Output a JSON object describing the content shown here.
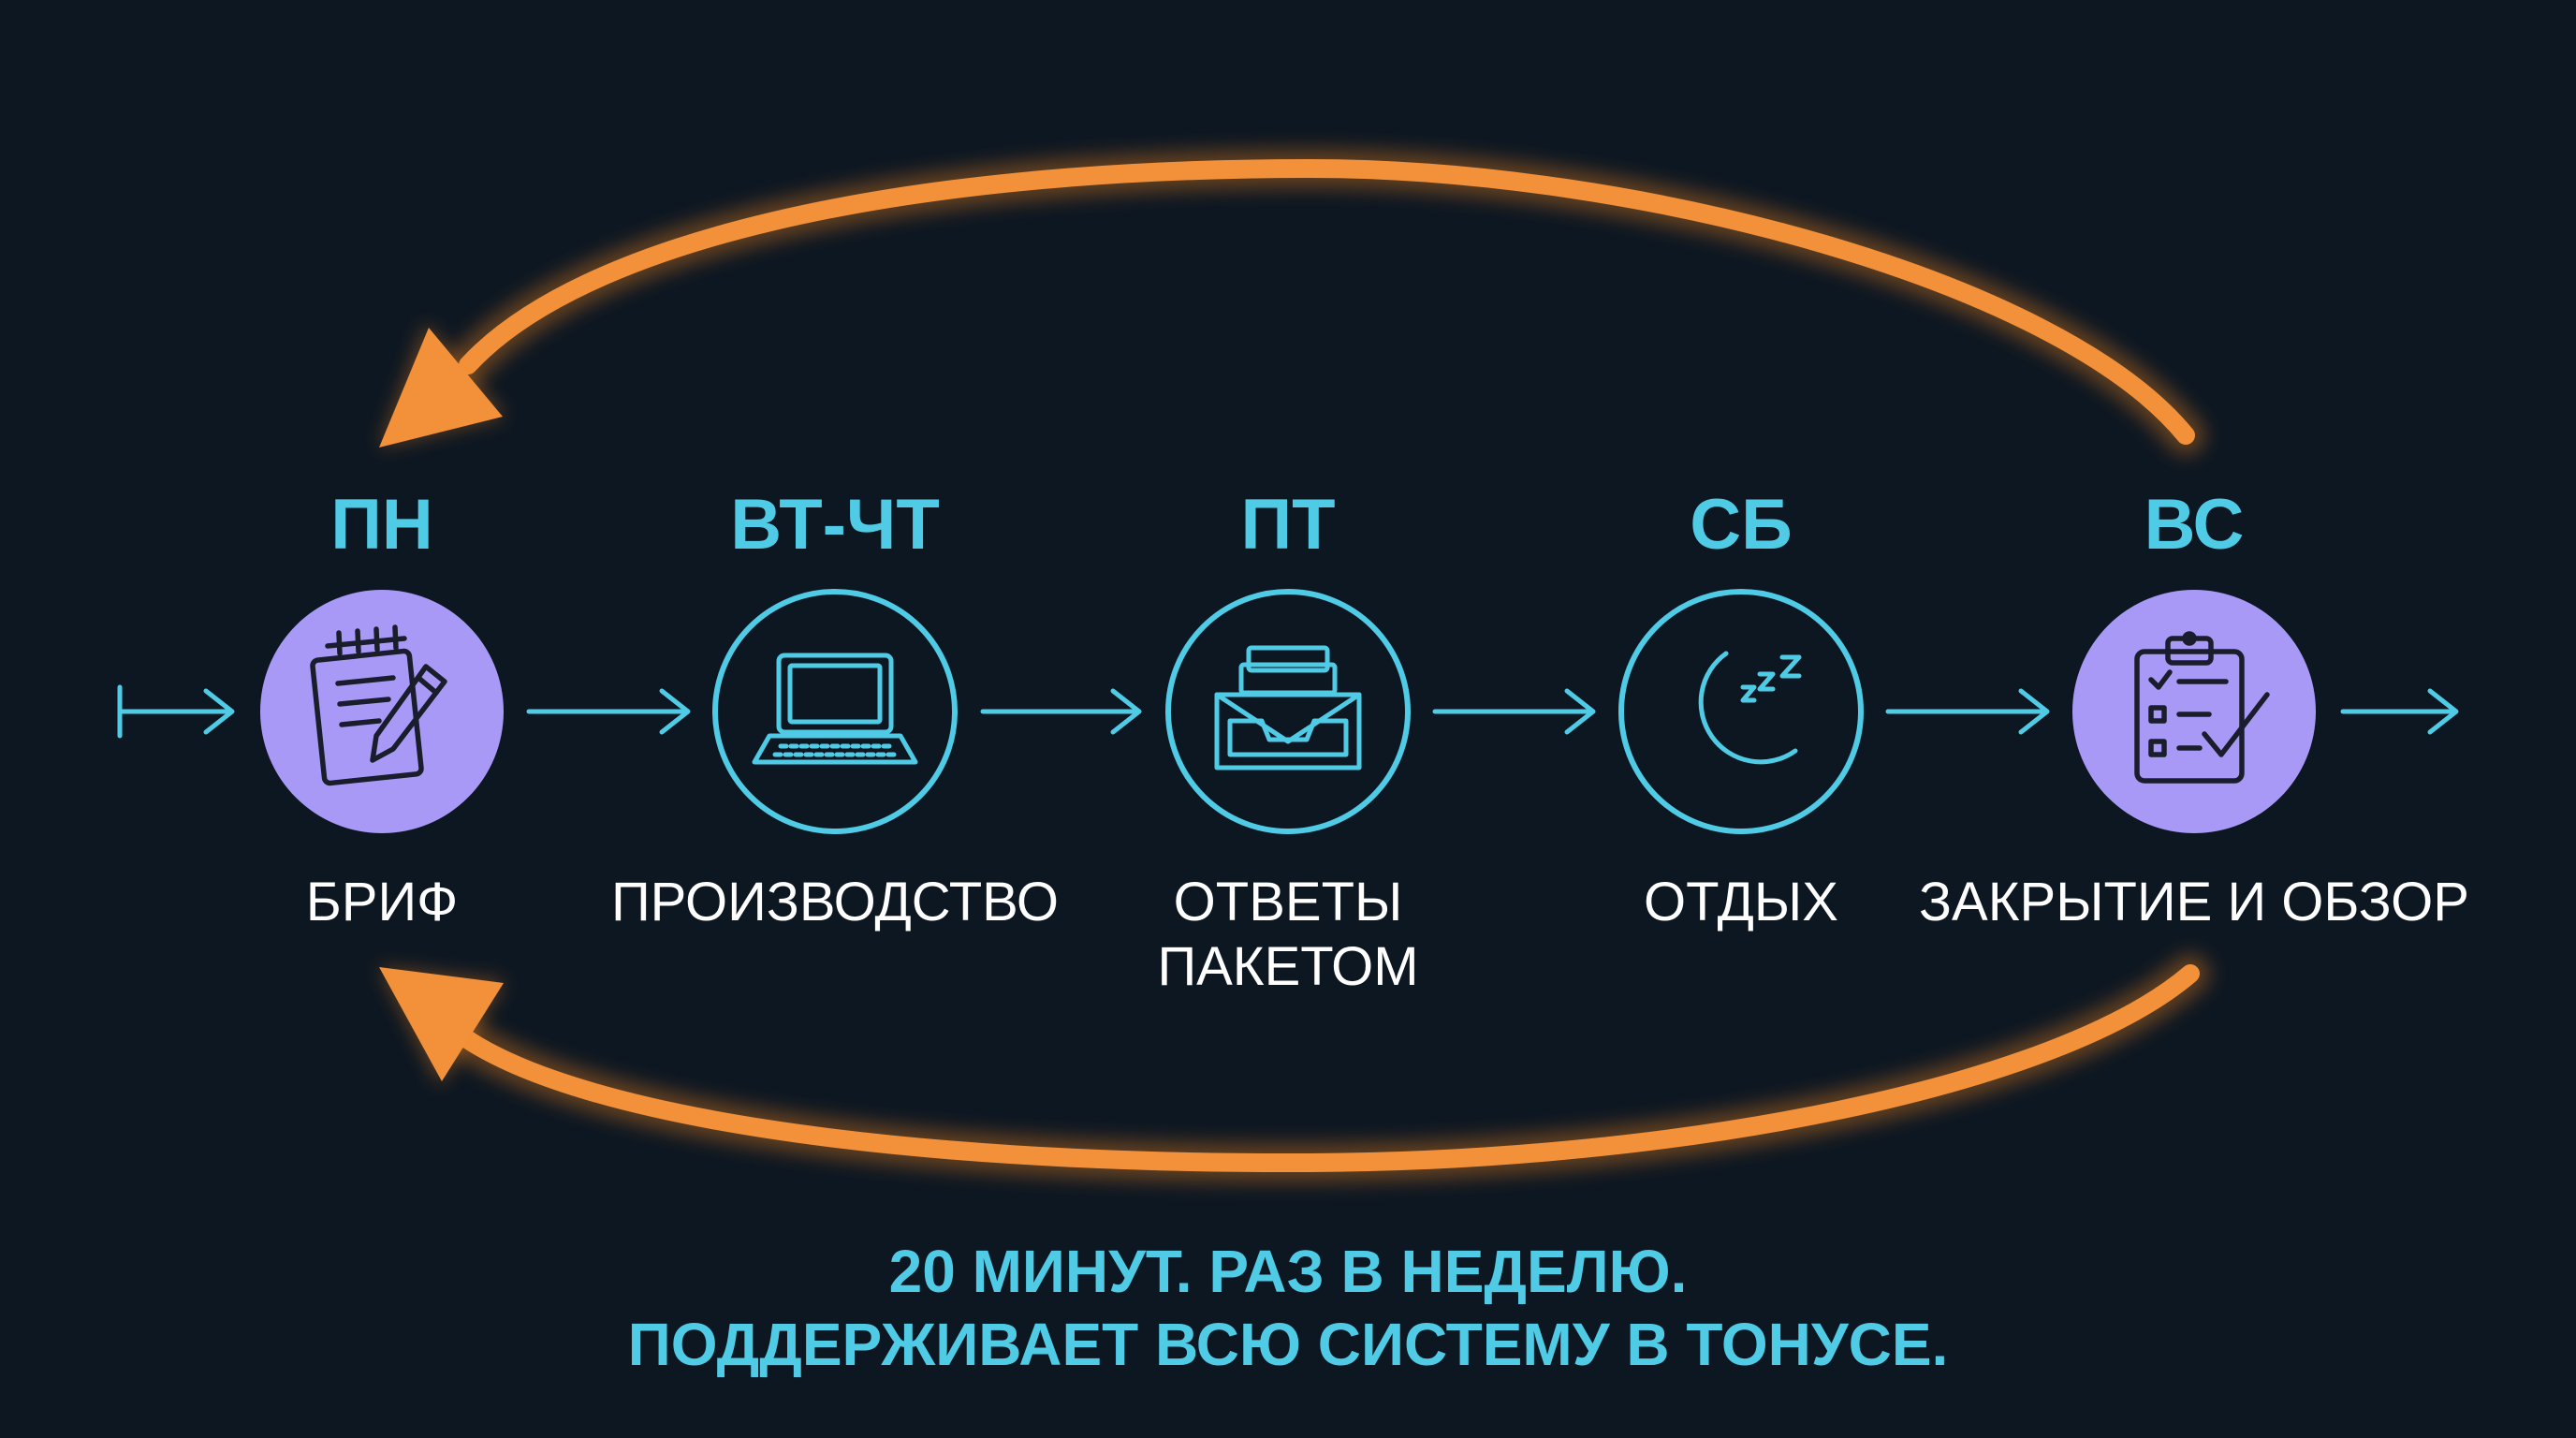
{
  "steps": [
    {
      "day": "ПН",
      "label_lines": [
        "БРИФ",
        ""
      ],
      "icon": "notepad-pencil-icon",
      "highlight": true
    },
    {
      "day": "ВТ-ЧТ",
      "label_lines": [
        "ПРОИЗВОДСТВО",
        ""
      ],
      "icon": "laptop-icon",
      "highlight": false
    },
    {
      "day": "ПТ",
      "label_lines": [
        "ОТВЕТЫ",
        "ПАКЕТОМ"
      ],
      "icon": "inbox-tray-icon",
      "highlight": false
    },
    {
      "day": "СБ",
      "label_lines": [
        "ОТДЫХ",
        ""
      ],
      "icon": "moon-sleep-icon",
      "highlight": false
    },
    {
      "day": "ВС",
      "label_lines": [
        "ЗАКРЫТИЕ И ОБЗОР",
        ""
      ],
      "icon": "clipboard-checklist-icon",
      "highlight": true
    }
  ],
  "footer": {
    "line1": "20 МИНУТ. РАЗ В НЕДЕЛЮ.",
    "line2": "ПОДДЕРЖИВАЕТ ВСЮ СИСТЕМУ В ТОНУСЕ."
  },
  "colors": {
    "background": "#0d1722",
    "accent_cyan": "#4fcbe6",
    "highlight_purple": "#a999f7",
    "loop_orange": "#f2913a",
    "label_white": "#ffffff"
  }
}
